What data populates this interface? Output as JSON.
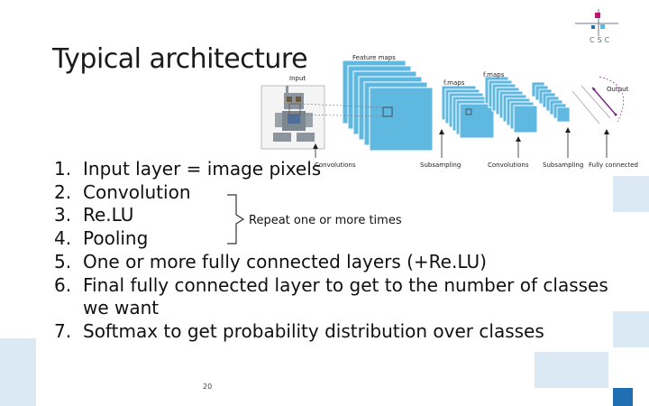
{
  "slide": {
    "title": "Typical architecture",
    "items": [
      {
        "num": "1.",
        "text": "Input layer = image pixels"
      },
      {
        "num": "2.",
        "text": "Convolution"
      },
      {
        "num": "3.",
        "text": "Re.LU"
      },
      {
        "num": "4.",
        "text": "Pooling"
      },
      {
        "num": "5.",
        "text": "One or more fully connected layers (+Re.LU)"
      },
      {
        "num": "6.",
        "text": "Final fully connected layer to get to the number of classes we want"
      },
      {
        "num": "7.",
        "text": "Softmax to get probability distribution over classes"
      }
    ],
    "repeat_note": "Repeat one or more times",
    "page_number": "20"
  },
  "logo": {
    "text": "CSC",
    "icon": "csc-logo-icon"
  },
  "figure": {
    "labels": {
      "input": "Input",
      "feature_maps": "Feature maps",
      "fmaps_1": "f.maps",
      "fmaps_2": "f.maps",
      "output": "Output",
      "convolutions_1": "Convolutions",
      "subsampling_1": "Subsampling",
      "convolutions_2": "Convolutions",
      "subsampling_2": "Subsampling",
      "fully_connected": "Fully connected"
    }
  },
  "colors": {
    "accent": "#5fb8e0",
    "deco_light": "#dbe9f5",
    "deco_dark": "#1f6fb2",
    "logo_pink": "#c0136f"
  }
}
